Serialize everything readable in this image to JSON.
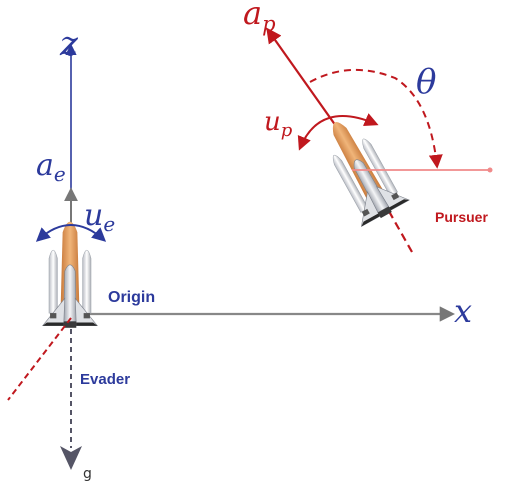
{
  "labels": {
    "z_axis": "z",
    "x_axis": "x",
    "g_axis": "g",
    "a_e": "a",
    "a_e_sub": "e",
    "u_e": "u",
    "u_e_sub": "e",
    "a_p": "a",
    "a_p_sub": "p",
    "u_p": "u",
    "u_p_sub": "p",
    "theta": "θ",
    "origin": "Origin",
    "evader": "Evader",
    "pursuer": "Pursuer"
  },
  "colors": {
    "blue": "#2c3a9c",
    "red": "#c0181e",
    "gray": "#8a8a8a",
    "pink": "#f08a8a"
  }
}
